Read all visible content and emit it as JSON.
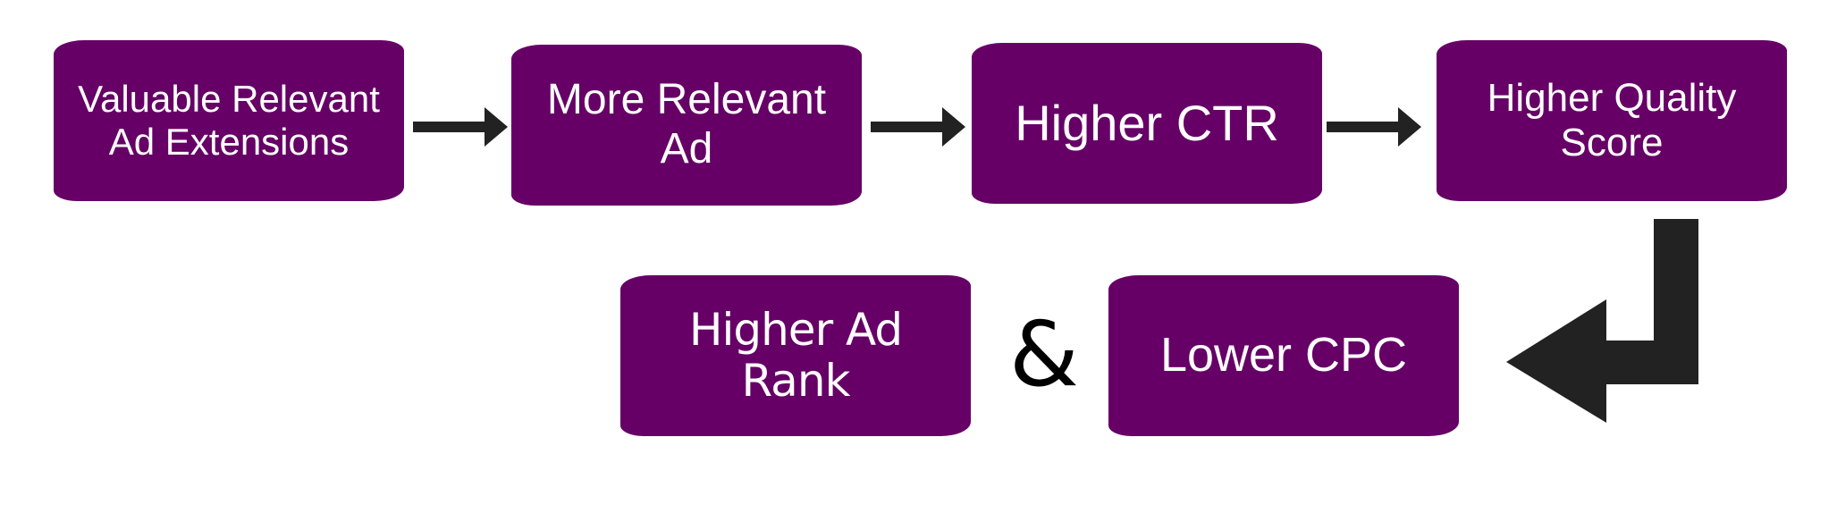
{
  "steps": {
    "step1": [
      "Valuable Relevant",
      "Ad Extensions"
    ],
    "step2": [
      "More Relevant",
      "Ad"
    ],
    "step3": "Higher CTR",
    "step4": [
      "Higher Quality",
      "Score"
    ],
    "step5": "Higher Ad Rank",
    "step6": "Lower CPC"
  },
  "connector": "&",
  "colors": {
    "box_fill": "#660066",
    "box_text": "#ffffff",
    "arrow": "#222222"
  },
  "icons": {
    "straight_arrow": "arrow-right-icon",
    "bent_arrow": "arrow-down-left-icon"
  }
}
